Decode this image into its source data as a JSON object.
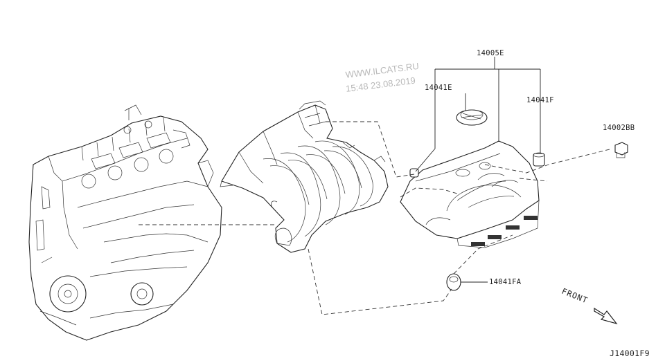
{
  "watermark": {
    "site": "WWW.ILCATS.RU",
    "timestamp": "15:48 23.08.2019"
  },
  "callouts": {
    "cover": "14005E",
    "cap": "14041E",
    "grommet_right": "14041F",
    "bolt": "14002BB",
    "grommet_lower": "14041FA"
  },
  "front_label": "FRONT",
  "diagram_code": "J14001F9"
}
